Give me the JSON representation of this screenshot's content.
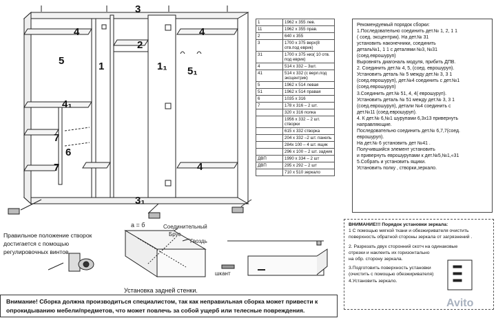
{
  "diagram": {
    "numbers": {
      "n3": "3",
      "n4_left": "4",
      "n4_right": "4",
      "n4_lower": "4",
      "n5": "5",
      "n1": "1",
      "n2": "2",
      "n1_1": "1₁",
      "n5_1": "5₁",
      "n4_1": "4₁",
      "n7_top": "7",
      "n6": "6",
      "n7_bottom": "7",
      "n3_1": "3₁"
    },
    "hinge_note": "Правильное положение створок достигается с помощью регулировочных винтов",
    "back_wall": {
      "formula": "a = б",
      "labels": [
        "Соединительный",
        "Брус",
        "Гвоздь",
        "шкант"
      ],
      "caption": "Установка задней стенки."
    }
  },
  "parts_table": {
    "rows": [
      [
        "1",
        "1962 х 355 лев."
      ],
      [
        "11",
        "1962 х 355 прав."
      ],
      [
        "2",
        "640 х 355"
      ],
      [
        "3",
        "1700 х 375 верх(8 отв.под еврик)"
      ],
      [
        "31",
        "1700 х 375 низ( 10 отв. под еврик)"
      ],
      [
        "4",
        "514 х 332 – 3шт."
      ],
      [
        "41",
        "514 х 332 (с верл.под эксцентрик)"
      ],
      [
        "5",
        "1962 х 514 левая"
      ],
      [
        "51",
        "1962 х 514 правая"
      ],
      [
        "6",
        "1035 х 316"
      ],
      [
        "7",
        "178 х 316 – 2 шт."
      ],
      [
        "",
        "320 х 316 полка"
      ],
      [
        "",
        "1956 х 332 – 2 шт. створки"
      ],
      [
        "",
        "615 х 332 створка"
      ],
      [
        "",
        "204 х 332 –2 шт. панель"
      ],
      [
        "",
        "284х 100 – 4 шт. ящик"
      ],
      [
        "",
        "296 х 100 – 2 шт. задник"
      ],
      [
        "ДВП",
        "1990 х 334 – 2 шт"
      ],
      [
        "ДВП",
        "295 х 292 – 2 шт"
      ],
      [
        "",
        "710 х 510 зеркало"
      ]
    ]
  },
  "assembly_order": [
    "Рекомендуемый порядок сборки:",
    "1.Последовательно соединить дет.№ 1, 2, 1 1",
    "( соед. эксцентрик). На дет.№ 31",
    "установить наконечники, соединить",
    "деталь№1, 1 1 с деталями №3, №31",
    "(соед.еврошуруп)",
    "Выровнять диагональ модуля, прибить ДПВ.",
    "2. Соединить дет.№ 4, 5, (соед. еврошуруп).",
    "Установить деталь № 5 между дет.№ 3, 3 1",
    "(соед.еврошуруп), дет.№4 соединить с дет.№1",
    "(соед.еврошуруп)",
    "3.Соединить дет.№ 51, 4, 4( еврошуруп).",
    "Установить деталь № 51 между дет.№ 3, 3 1",
    "(соед.еврошуруп), детали №4 соединить с",
    "дет.№11 (соед.еврошуруп).",
    "4. К дет.№ 6,№1 шурупами 6,3х13 привернуть",
    "направляющие.",
    "Последовательно соединить дет.№ 6,7,7(соед.",
    "еврошуруп).",
    "На дет.№ 6 установить дет №41 .",
    "Получившийся элемент установить",
    "и привернуть еврошурупами к дет.№5,№1,«31",
    "5.Собрать и установить ящики.",
    "Установить полку , створки,зеркало."
  ],
  "mirror_instructions": [
    "ВНИМАНИЕ!!! Порядок установки зеркала:",
    "1 С помощью мягкой ткани и обезжиривателя очистить",
    "поверхность обратной стороны зеркала от загрязнений .",
    "",
    "2. Разрезать двух сторонний скотч на одинаковые",
    "отрезки и наклеить их горизонтально",
    "на обр. сторону зеркала.",
    "",
    "3.Подготовить поверхность установки",
    "(очистить с помощью обезжиривателя)",
    "4.Установить зеркало."
  ],
  "warning": "Внимание! Сборка должна производиться специалистом, так как неправильная сборка может привести к опрокидыванию мебели/предметов, что может повлечь за собой ущерб или телесные повреждения.",
  "watermark": "Avito"
}
